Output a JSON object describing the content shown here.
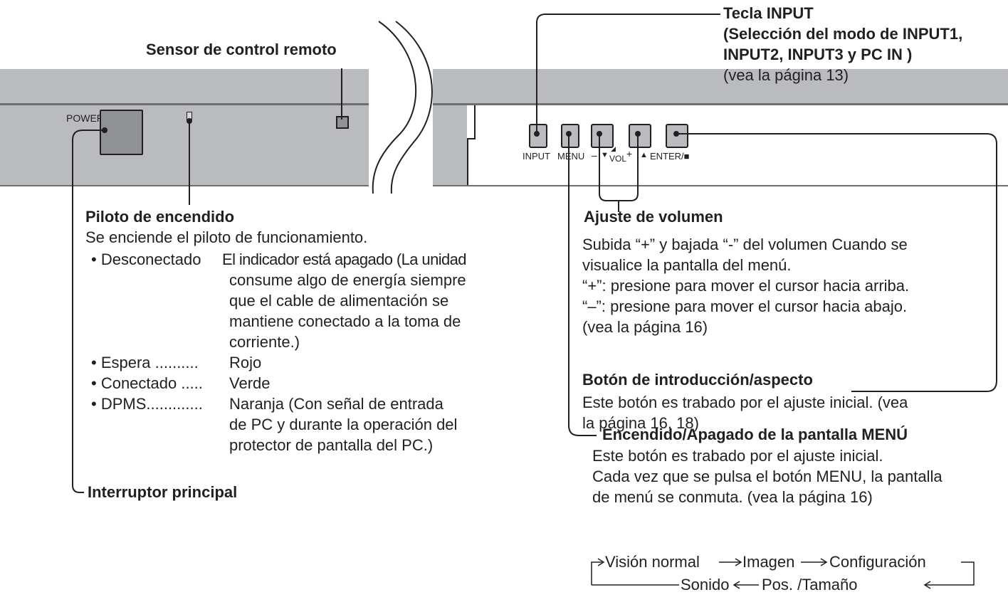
{
  "panel": {
    "power_label": "POWER",
    "buttons": [
      {
        "label": "INPUT"
      },
      {
        "label": "MENU"
      },
      {
        "label": "–"
      },
      {
        "label": "VOL"
      },
      {
        "label": "+"
      },
      {
        "label": "ENTER/■"
      }
    ],
    "colors": {
      "panel": "#b9bbbe",
      "edge": "#6d6f71",
      "ink": "#231f20"
    }
  },
  "callouts": {
    "remote_sensor": {
      "title": "Sensor de control remoto"
    },
    "input_key": {
      "title": "Tecla INPUT",
      "subtitle_line1": "(Selección del modo de INPUT1,",
      "subtitle_line2": "INPUT2, INPUT3 y PC IN )",
      "ref": "(vea la página 13)"
    },
    "power_indicator": {
      "title": "Piloto de encendido",
      "intro": "Se enciende el piloto de funcionamiento.",
      "items": [
        {
          "key": "• Desconectado",
          "value_lines": [
            "El indicador está apagado (La unidad",
            "consume algo de energía siempre",
            "que el cable de alimentación se",
            "mantiene conectado a la toma de",
            "corriente.)"
          ]
        },
        {
          "key": "• Espera ..........",
          "value_lines": [
            "Rojo"
          ]
        },
        {
          "key": "• Conectado .....",
          "value_lines": [
            "Verde"
          ]
        },
        {
          "key": "• DPMS.............",
          "value_lines": [
            "Naranja (Con señal de entrada",
            "de PC y durante la operación del",
            "protector de pantalla del PC.)"
          ]
        }
      ]
    },
    "main_switch": {
      "title": "Interruptor principal"
    },
    "volume": {
      "title": "Ajuste de volumen",
      "lines": [
        "Subida “+” y bajada “-” del volumen Cuando se",
        "visualice la pantalla del menú.",
        "“+”: presione para mover el cursor hacia arriba.",
        "“–”: presione para mover el cursor hacia abajo.",
        "(vea la página 16)"
      ]
    },
    "enter_aspect": {
      "title": "Botón de introducción/aspecto",
      "lines": [
        "Este botón es trabado por el ajuste inicial. (vea",
        "la página 16, 18)"
      ]
    },
    "menu_screen": {
      "title": "Encendido/Apagado de la pantalla MENÚ",
      "lines": [
        "Este botón es trabado por el ajuste inicial.",
        "Cada vez que se pulsa el botón MENU, la pantalla",
        "de menú se conmuta. (vea la página 16)"
      ]
    },
    "menu_cycle": {
      "row1": [
        "Visión normal",
        "Imagen",
        "Configuración"
      ],
      "row2": [
        "Sonido",
        "Pos. /Tamaño"
      ]
    }
  }
}
